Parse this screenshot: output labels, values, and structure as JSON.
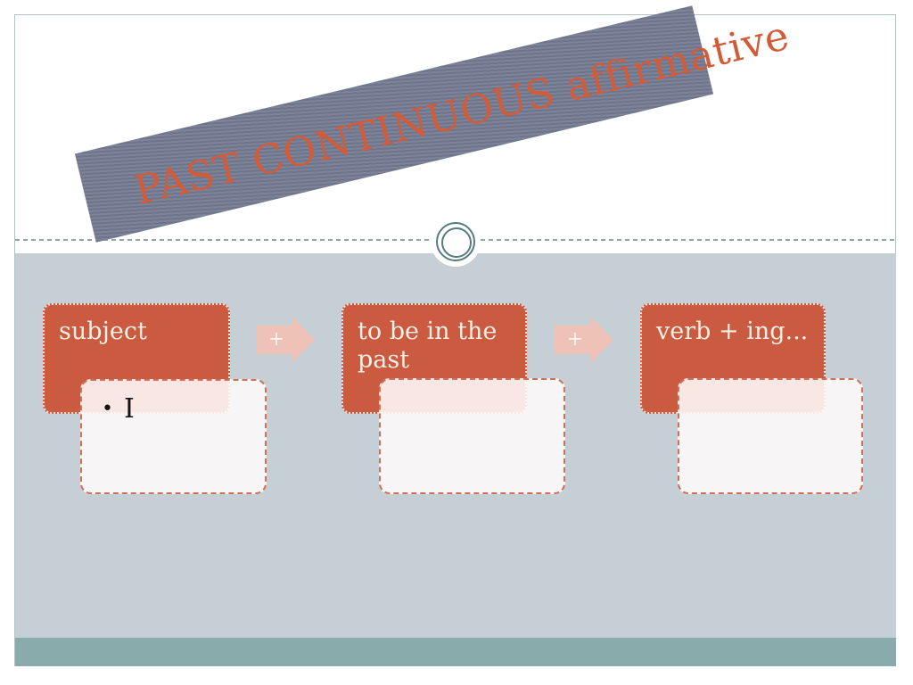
{
  "slide": {
    "title": "PAST CONTINUOUS affirmative"
  },
  "diagram": {
    "bullet_char": "•",
    "boxes": [
      {
        "label": "subject",
        "items": [
          "I"
        ]
      },
      {
        "label": "to be in the past",
        "items": []
      },
      {
        "label": "verb + ing...",
        "items": []
      }
    ],
    "connectors": [
      {
        "label": "+"
      },
      {
        "label": "+"
      }
    ]
  },
  "colors": {
    "accent_orange": "#ca5a40",
    "banner_slate": "#747b90",
    "title_orange": "#d15c3a",
    "body_gray": "#c5cfd5",
    "footer_teal": "#8aabac",
    "ring_teal": "#567b7d",
    "arrow_pink": "#eec2b6"
  }
}
